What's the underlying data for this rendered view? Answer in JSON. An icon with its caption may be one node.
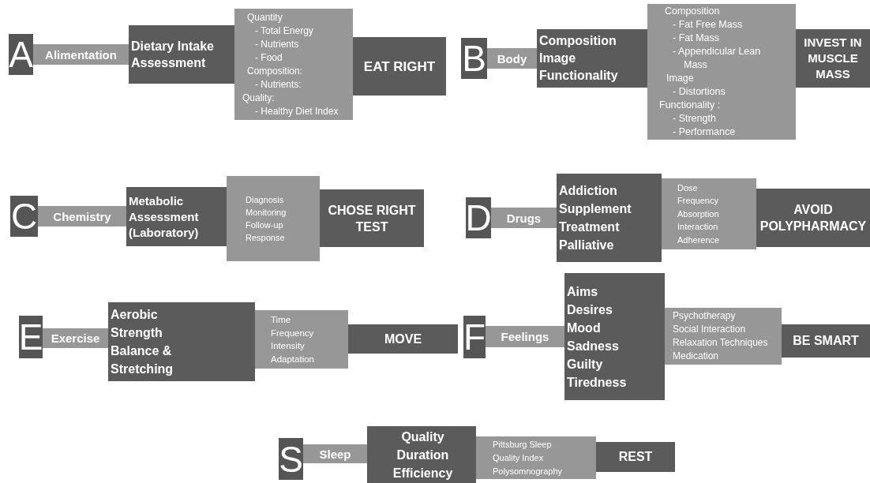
{
  "diagram": {
    "nodes": [
      {
        "text": [
          "A"
        ]
      },
      {
        "text": [
          "Alimentation"
        ]
      },
      {
        "text": [
          "Dietary Intake Assessment"
        ]
      },
      {
        "text": [
          "Quantity",
          "- Total Energy",
          "- Nutrients",
          "- Food",
          "Composition:",
          "- Nutrients:",
          "Quality:",
          "- Healthy Diet Index"
        ]
      },
      {
        "text": [
          "EAT RIGHT"
        ]
      },
      {
        "text": [
          "B"
        ]
      },
      {
        "text": [
          "Body"
        ]
      },
      {
        "text": [
          "Composition",
          "Image",
          "Functionality"
        ]
      },
      {
        "text": [
          "Composition",
          "- Fat Free Mass",
          "- Fat Mass",
          "- Appendicular Lean Mass",
          "Image",
          "- Distortions",
          "Functionality :",
          "- Strength",
          "- Performance"
        ]
      },
      {
        "text": [
          "INVEST IN MUSCLE MASS"
        ]
      },
      {
        "text": [
          "C"
        ]
      },
      {
        "text": [
          "Chemistry"
        ]
      },
      {
        "text": [
          "Metabolic Assessment (Laboratory)"
        ]
      },
      {
        "text": [
          "Diagnosis",
          "Monitoring",
          "Follow-up",
          "Response"
        ]
      },
      {
        "text": [
          "CHOSE RIGHT TEST"
        ]
      },
      {
        "text": [
          "D"
        ]
      },
      {
        "text": [
          "Drugs"
        ]
      },
      {
        "text": [
          "Addiction",
          "Supplement",
          "Treatment",
          "Palliative"
        ]
      },
      {
        "text": [
          "Dose",
          "Frequency",
          "Absorption",
          "Interaction",
          "Adherence"
        ]
      },
      {
        "text": [
          "AVOID POLYPHARMACY"
        ]
      },
      {
        "text": [
          "E"
        ]
      },
      {
        "text": [
          "Exercise"
        ]
      },
      {
        "text": [
          "Aerobic",
          "Strength",
          "Balance & Stretching"
        ]
      },
      {
        "text": [
          "Time",
          "Frequency",
          "Intensity",
          "Adaptation"
        ]
      },
      {
        "text": [
          "MOVE"
        ]
      },
      {
        "text": [
          "F"
        ]
      },
      {
        "text": [
          "Feelings"
        ]
      },
      {
        "text": [
          "Aims",
          "Desires",
          "Mood",
          "Sadness",
          "Guilty",
          "Tiredness"
        ]
      },
      {
        "text": [
          "Psychotherapy",
          "Social Interaction",
          "Relaxation Techniques",
          "Medication"
        ]
      },
      {
        "text": [
          "BE SMART"
        ]
      },
      {
        "text": [
          "S"
        ]
      },
      {
        "text": [
          "Sleep"
        ]
      },
      {
        "text": [
          "Quality",
          "Duration",
          "Efficiency"
        ]
      },
      {
        "text": [
          "Pittsburg Sleep Quality Index",
          "Polysomnography"
        ]
      },
      {
        "text": [
          "REST"
        ]
      }
    ]
  }
}
